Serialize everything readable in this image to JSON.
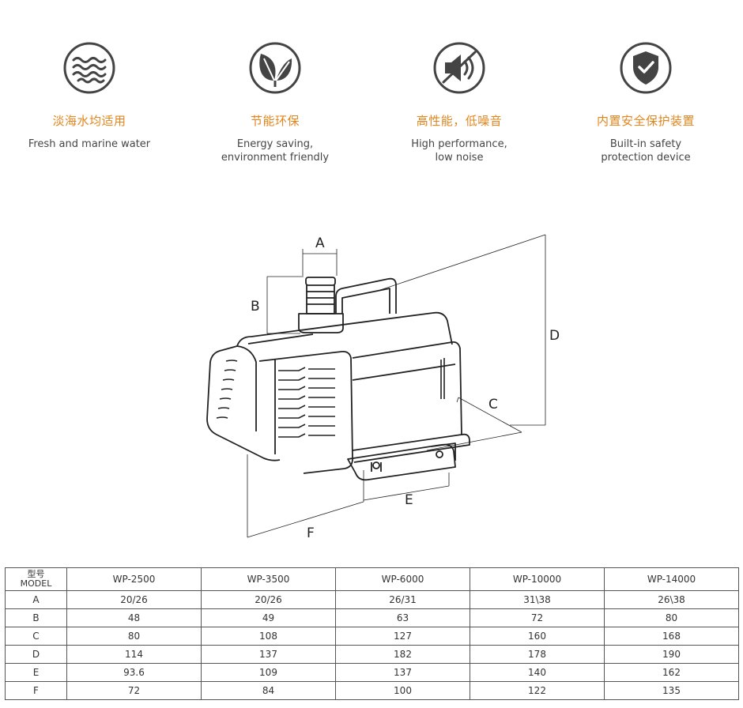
{
  "features": [
    {
      "icon": "water-waves-icon",
      "cn": "淡海水均适用",
      "en": "Fresh and marine water"
    },
    {
      "icon": "leaf-icon",
      "cn": "节能环保",
      "en": "Energy saving,\nenvironment friendly"
    },
    {
      "icon": "mute-speaker-icon",
      "cn": "高性能，低噪音",
      "en": "High performance,\nlow noise"
    },
    {
      "icon": "shield-check-icon",
      "cn": "内置安全保护装置",
      "en": "Built-in safety\nprotection device"
    }
  ],
  "diagram": {
    "labels": {
      "a": "A",
      "b": "B",
      "c": "C",
      "d": "D",
      "e": "E",
      "f": "F"
    }
  },
  "colors": {
    "accent": "#e1861e",
    "icon": "#444444",
    "line": "#222222"
  },
  "table": {
    "model_label_cn": "型号",
    "model_label_en": "MODEL",
    "models": [
      "WP-2500",
      "WP-3500",
      "WP-6000",
      "WP-10000",
      "WP-14000"
    ],
    "rows": [
      {
        "label": "A",
        "values": [
          "20/26",
          "20/26",
          "26/31",
          "31\\38",
          "26\\38"
        ]
      },
      {
        "label": "B",
        "values": [
          "48",
          "49",
          "63",
          "72",
          "80"
        ]
      },
      {
        "label": "C",
        "values": [
          "80",
          "108",
          "127",
          "160",
          "168"
        ]
      },
      {
        "label": "D",
        "values": [
          "114",
          "137",
          "182",
          "178",
          "190"
        ]
      },
      {
        "label": "E",
        "values": [
          "93.6",
          "109",
          "137",
          "140",
          "162"
        ]
      },
      {
        "label": "F",
        "values": [
          "72",
          "84",
          "100",
          "122",
          "135"
        ]
      }
    ]
  }
}
